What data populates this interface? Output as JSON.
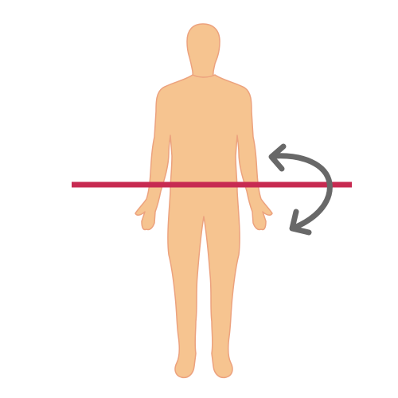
{
  "figure": {
    "subject": "human-body-front-view",
    "plane": "transverse-plane",
    "motion": "rotation-arrow"
  },
  "colors": {
    "background": "#ffffff",
    "skin_fill": "#f6c490",
    "skin_stroke": "#eca27e",
    "plane_line": "#c72a51",
    "arrow": "#686868"
  }
}
